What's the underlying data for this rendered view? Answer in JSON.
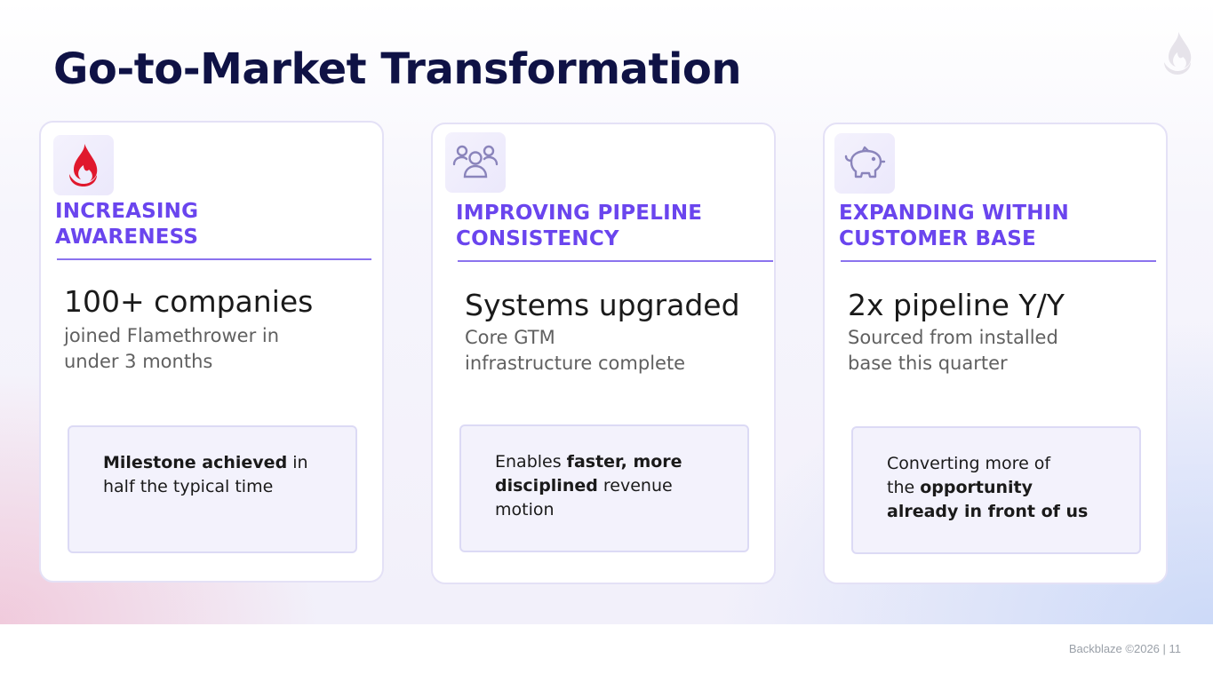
{
  "slide": {
    "title": "Go-to-Market Transformation",
    "footer": "Backblaze ©2026 |  11"
  },
  "cards": [
    {
      "icon": "flame-icon",
      "heading_lines": [
        "INCREASING",
        "AWARENESS"
      ],
      "stat": "100+ companies",
      "sub_lines": [
        "joined Flamethrower in",
        "under 3 months"
      ],
      "callout": {
        "l1_bold": "Milestone achieved",
        "l1_rest": " in",
        "l2": "half the typical time"
      }
    },
    {
      "icon": "people-group-icon",
      "heading_lines": [
        "IMPROVING PIPELINE",
        "CONSISTENCY"
      ],
      "stat": "Systems upgraded",
      "sub_lines": [
        "Core GTM",
        "infrastructure complete"
      ],
      "callout": {
        "l1_pre": "Enables ",
        "l1_bold": "faster, more",
        "l2_bold": "disciplined",
        "l2_rest": " revenue",
        "l3": "motion"
      }
    },
    {
      "icon": "piggy-bank-icon",
      "heading_lines": [
        "EXPANDING WITHIN",
        "CUSTOMER BASE"
      ],
      "stat": "2x pipeline Y/Y",
      "sub_lines": [
        "Sourced from installed",
        "base this quarter"
      ],
      "callout": {
        "l1": "Converting more of",
        "l2_pre": "the ",
        "l2_bold": "opportunity",
        "l3_bold": "already in front of us"
      }
    }
  ],
  "colors": {
    "title": "#0f1245",
    "accent": "#6a45ee",
    "brand_red": "#e0182d",
    "card_border": "#e4e1f6"
  }
}
